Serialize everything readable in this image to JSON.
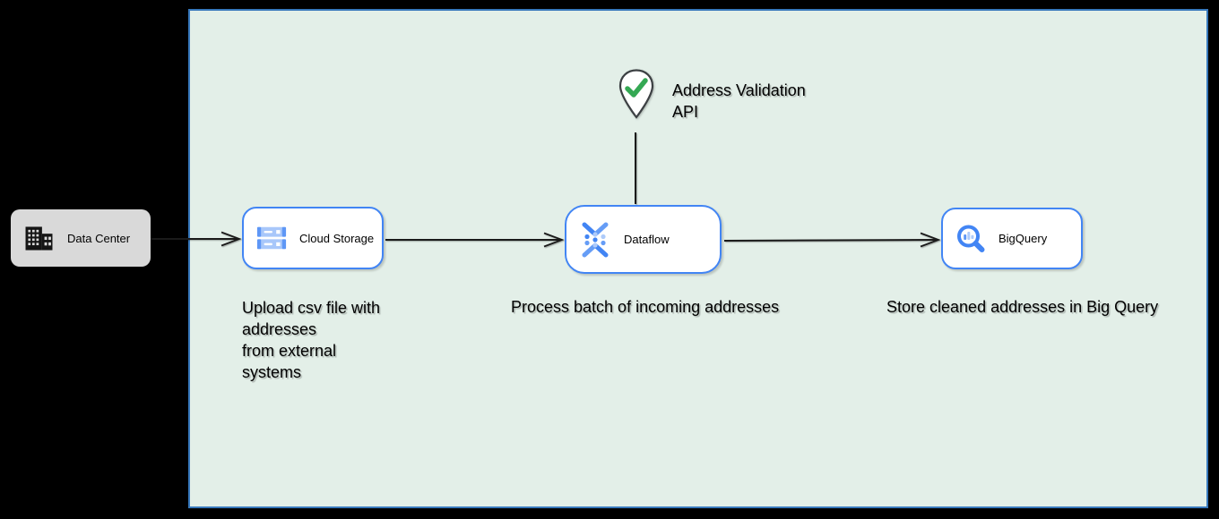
{
  "diagram": {
    "data_center": {
      "label": "Data Center"
    },
    "nodes": {
      "cloud_storage": {
        "label": "Cloud Storage",
        "caption": "Upload csv file with\naddresses\nfrom external\nsystems"
      },
      "dataflow": {
        "label": "Dataflow",
        "caption": "Process batch of incoming addresses"
      },
      "bigquery": {
        "label": "BigQuery",
        "caption": "Store cleaned addresses in Big Query"
      }
    },
    "annotation": {
      "label": "Address Validation\nAPI"
    },
    "colors": {
      "canvas": "#000000",
      "boundary_fill": "#e3efe8",
      "boundary_stroke": "#3778bc",
      "node_stroke": "#4285f4",
      "node_fill": "#ffffff",
      "data_center_fill": "#d9d9d9",
      "connector": "#1a1a1a",
      "check_green": "#34a853",
      "icon_blue": "#4285f4",
      "icon_blue_mid": "#669df6",
      "icon_blue_light": "#aecbfa"
    }
  }
}
